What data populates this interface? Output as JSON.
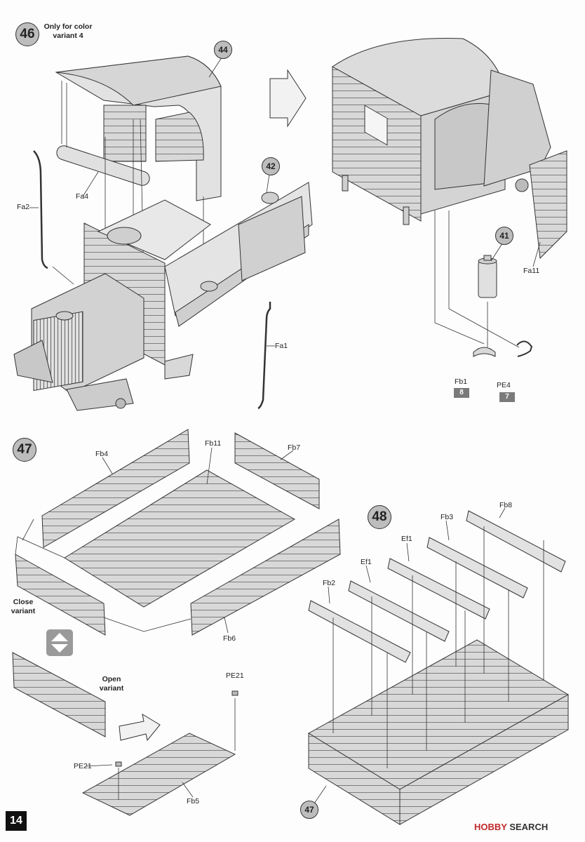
{
  "page": {
    "number": "14"
  },
  "steps": {
    "s46": {
      "number": "46",
      "note": [
        "Only for color",
        "variant 4"
      ]
    },
    "s47": {
      "number": "47",
      "close_variant": [
        "Close",
        "variant"
      ],
      "open_variant": [
        "Open",
        "variant"
      ]
    },
    "s48": {
      "number": "48"
    }
  },
  "callouts": {
    "c44": "44",
    "c42": "42",
    "c41": "41",
    "c47b": "47"
  },
  "parts": {
    "fa4": "Fa4",
    "fa2": "Fa2",
    "fa1": "Fa1",
    "fa11": "Fa11",
    "fb1": "Fb1",
    "pe4": "PE4",
    "fb4": "Fb4",
    "fb11": "Fb11",
    "fb7": "Fb7",
    "fb6": "Fb6",
    "pe21a": "PE21",
    "pe21b": "PE21",
    "fb5": "Fb5",
    "fb8": "Fb8",
    "fb3": "Fb3",
    "ef1a": "Ef1",
    "ef1b": "Ef1",
    "fb2": "Fb2"
  },
  "paint_refs": {
    "fb1": "8",
    "pe4": "7"
  },
  "watermark": {
    "brand": "HOBBY",
    "rest": " SEARCH"
  }
}
